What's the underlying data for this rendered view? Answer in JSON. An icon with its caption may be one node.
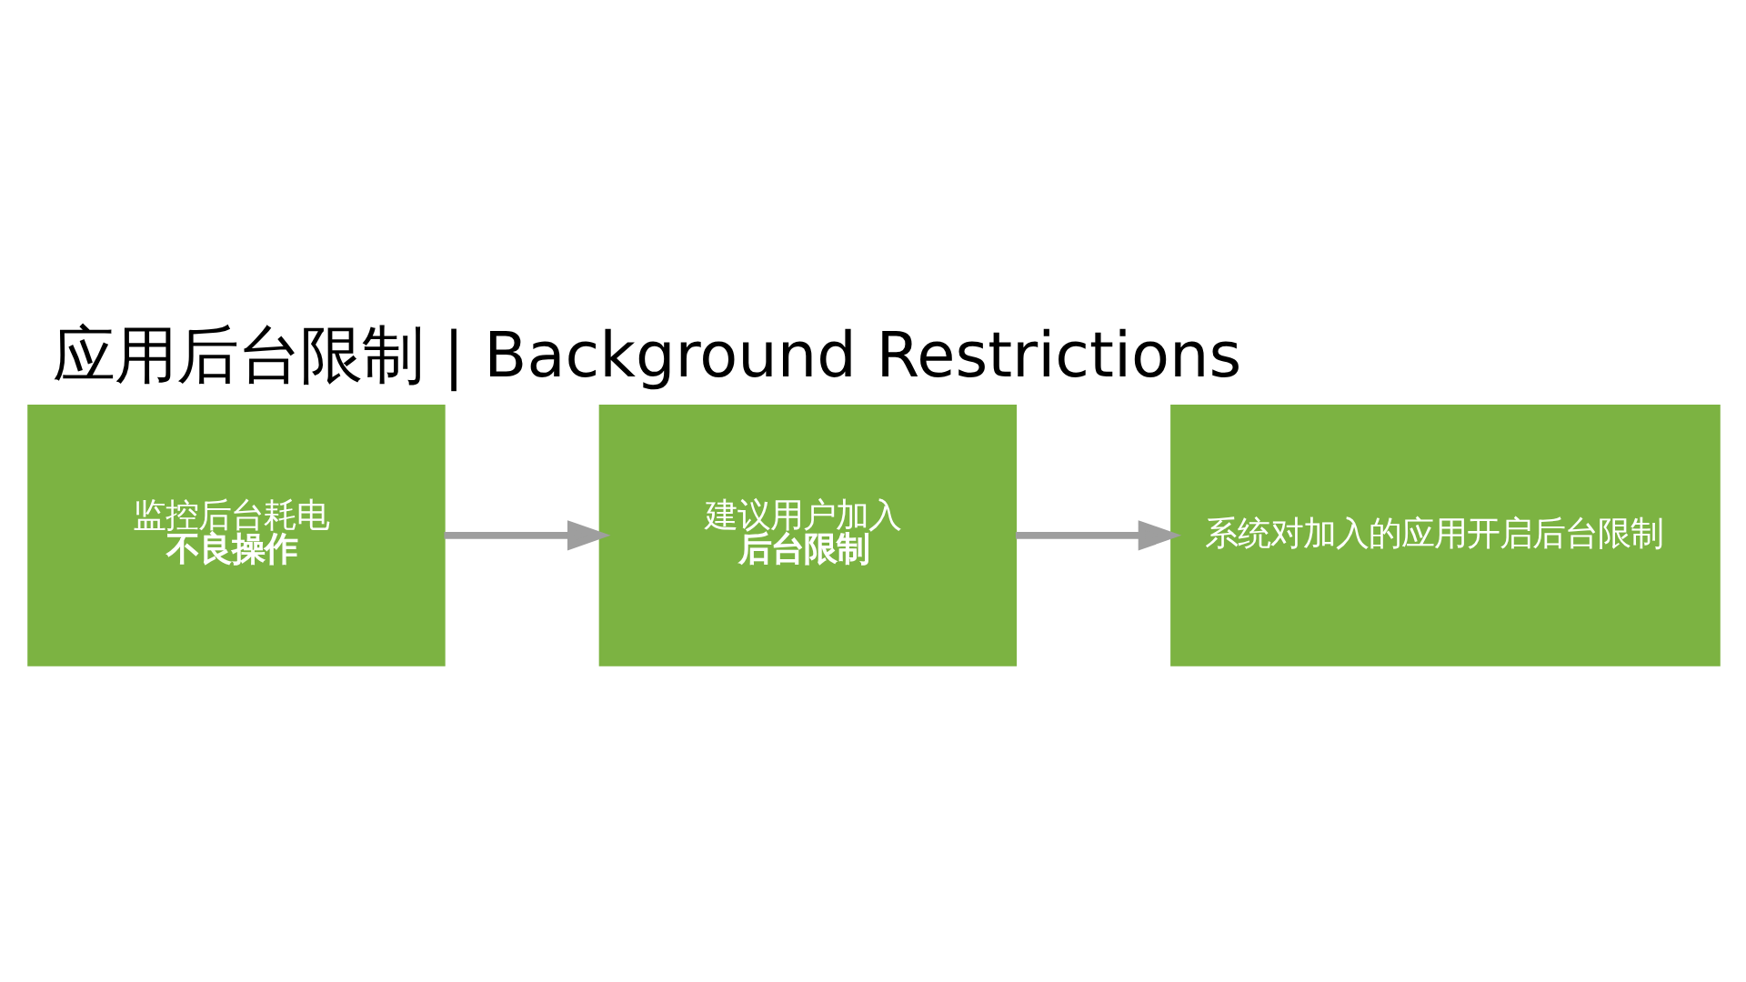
{
  "diagram": {
    "title": "应用后台限制 | Background Restrictions",
    "nodes": [
      {
        "text": [
          "监控后台耗电",
          "**不良操作**"
        ]
      },
      {
        "text": [
          "建议用户加入",
          "**后台限制**"
        ]
      },
      {
        "text": [
          "系统对加入的应用开启后台限制"
        ]
      }
    ],
    "edges": [
      {
        "from": 0,
        "to": 1,
        "arrow": "to"
      },
      {
        "from": 1,
        "to": 2,
        "arrow": "to"
      }
    ]
  }
}
